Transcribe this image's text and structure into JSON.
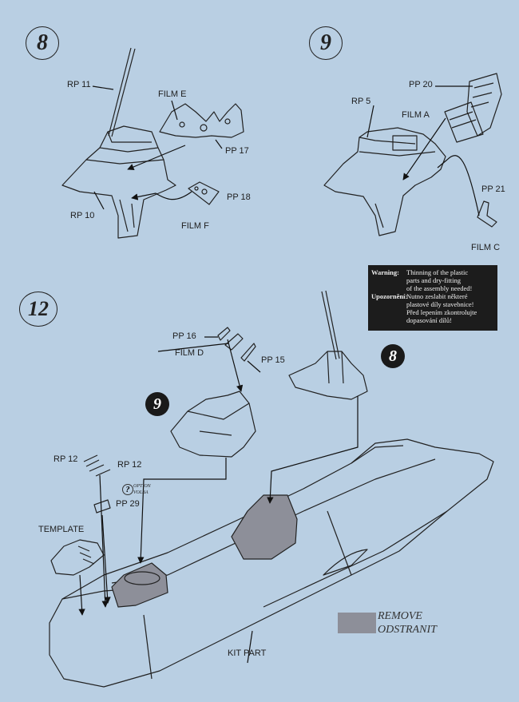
{
  "steps": {
    "s8": "8",
    "s9": "9",
    "s12": "12"
  },
  "refs": {
    "ref9": "9",
    "ref8": "8"
  },
  "labels": {
    "rp11": "RP 11",
    "film_e": "FILM E",
    "pp17": "PP 17",
    "pp18": "PP 18",
    "rp10": "RP 10",
    "film_f": "FILM F",
    "pp20": "PP 20",
    "rp5": "RP 5",
    "film_a": "FILM A",
    "pp21": "PP 21",
    "film_c": "FILM C",
    "pp16": "PP 16",
    "film_d": "FILM D",
    "pp15": "PP 15",
    "rp12a": "RP 12",
    "rp12b": "RP 12",
    "pp29": "PP 29",
    "template": "TEMPLATE",
    "kit_part": "KIT PART"
  },
  "option": {
    "num": "?",
    "line1": "OPTION",
    "line2": "VOLBA"
  },
  "warning": {
    "k1": "Warning:",
    "v1": "Thinning of the plastic",
    "v2": "parts and dry-fitting",
    "v3": "of the assembly needed!",
    "k2": "Upozornění:",
    "v4": "Nutno zeslabit některé",
    "v5": "plastové díly stavebnice!",
    "v6": "Před lepením zkontrolujte",
    "v7": "dopasování dílů!"
  },
  "legend": {
    "remove": "REMOVE",
    "odstranit": "ODSTRANIT",
    "swatch_color": "#8d8f99"
  }
}
